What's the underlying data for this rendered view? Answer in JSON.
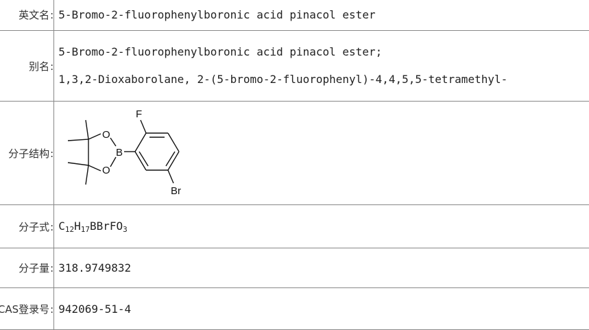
{
  "rows": {
    "english_name": {
      "label": "英文名",
      "value": "5-Bromo-2-fluorophenylboronic acid pinacol ester"
    },
    "aliases": {
      "label": "别名",
      "values": [
        "5-Bromo-2-fluorophenylboronic acid pinacol ester;",
        "1,3,2-Dioxaborolane, 2-(5-bromo-2-fluorophenyl)-4,4,5,5-tetramethyl-"
      ]
    },
    "structure": {
      "label": "分子结构",
      "atoms": {
        "f": "F",
        "o_top": "O",
        "o_bottom": "O",
        "b": "B",
        "br": "Br"
      }
    },
    "formula": {
      "label": "分子式",
      "parts": {
        "c": "C",
        "c_n": "12",
        "h": "H",
        "h_n": "17",
        "rest": "BBrFO",
        "o_n": "3"
      }
    },
    "mol_weight": {
      "label": "分子量",
      "value": "318.9749832"
    },
    "cas": {
      "label": "CAS登录号",
      "value": "942069-51-4"
    }
  },
  "colon": ":"
}
